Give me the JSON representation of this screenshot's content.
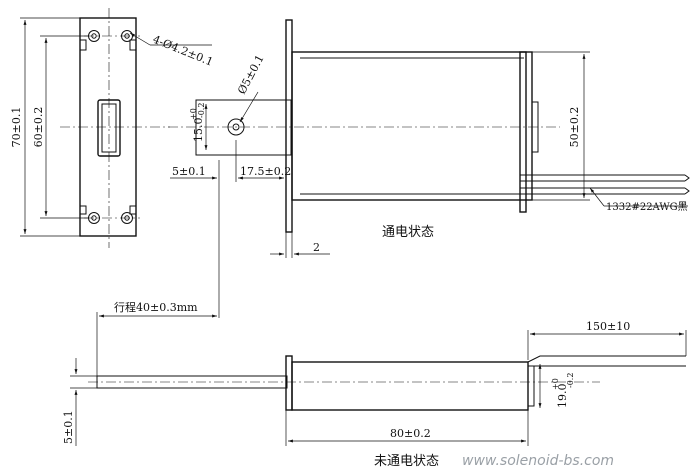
{
  "dims": {
    "top_height": "70±0.1",
    "hole_spacing": "60±0.2",
    "holes": "4-Ø4.2±0.1",
    "pin_dia": "Ø5±0.1",
    "shaft_dia": "15.0",
    "shaft_tol_plus": "+0",
    "shaft_tol_minus": "-0.2",
    "shaft_step": "5±0.1",
    "shaft_len": "17.5±0.2",
    "frame_thk": "2",
    "body_height": "50±0.2",
    "wire": "1332#22AWG黑",
    "stroke": "行程40±0.3mm",
    "lead_len": "150±10",
    "body_dia": "19.0",
    "body_tol_plus": "+0",
    "body_tol_minus": "-0.2",
    "plunger_dia": "5±0.1",
    "body_len": "80±0.2"
  },
  "labels": {
    "energized": "通电状态",
    "deenergized": "未通电状态"
  },
  "watermark": "www.solenoid-bs.com"
}
